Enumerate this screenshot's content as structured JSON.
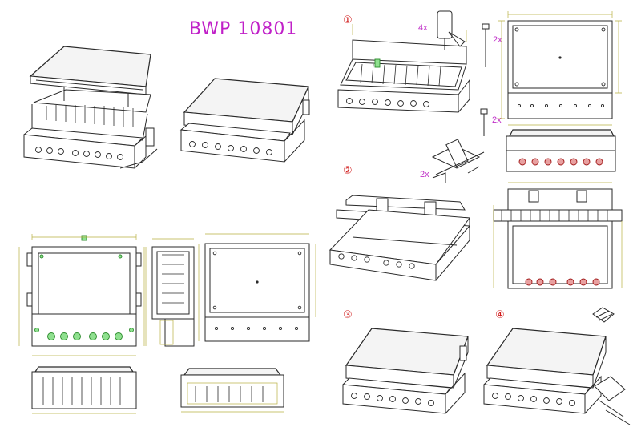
{
  "title": "BWP 10801",
  "steps": {
    "s1": "①",
    "s2": "②",
    "s3": "③",
    "s4": "④"
  },
  "quantities": {
    "screws_4x": "4x",
    "screws_2x_top": "2x",
    "screws_2x_bottom": "2x",
    "rail_2x": "2x"
  },
  "colors": {
    "line": "#2a2a2a",
    "dim": "#b8b040",
    "green": "#3cc23c",
    "red": "#c02020",
    "title": "#c020c8",
    "step": "#d01818"
  }
}
